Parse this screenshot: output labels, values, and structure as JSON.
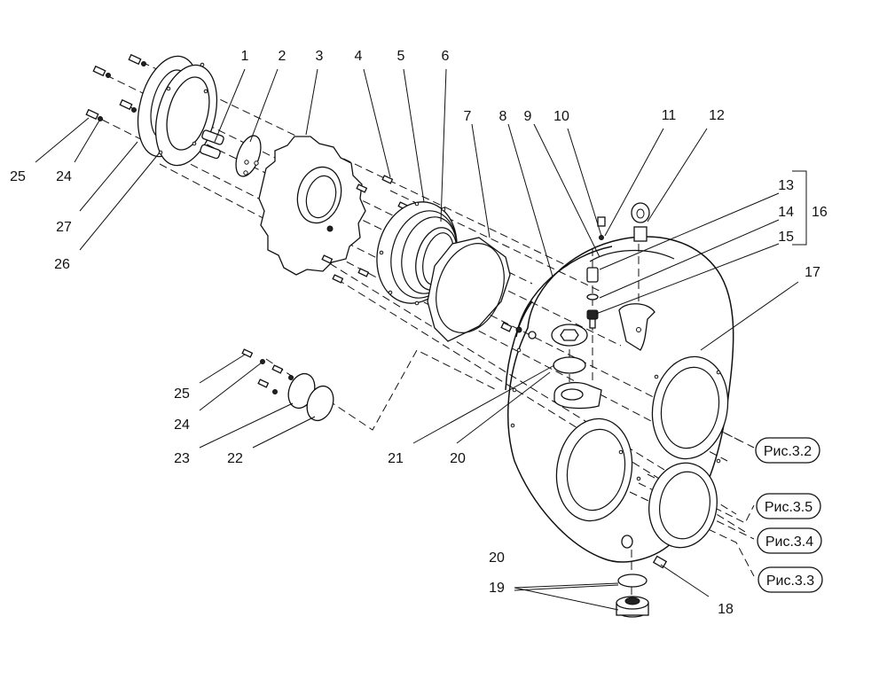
{
  "diagram": {
    "type": "exploded-assembly",
    "subject": "gearbox housing assembly",
    "callouts": [
      {
        "id": "c1",
        "label": "1"
      },
      {
        "id": "c2",
        "label": "2"
      },
      {
        "id": "c3",
        "label": "3"
      },
      {
        "id": "c4",
        "label": "4"
      },
      {
        "id": "c5",
        "label": "5"
      },
      {
        "id": "c6",
        "label": "6"
      },
      {
        "id": "c7",
        "label": "7"
      },
      {
        "id": "c8",
        "label": "8"
      },
      {
        "id": "c9",
        "label": "9"
      },
      {
        "id": "c10",
        "label": "10"
      },
      {
        "id": "c11",
        "label": "11"
      },
      {
        "id": "c12",
        "label": "12"
      },
      {
        "id": "c13",
        "label": "13"
      },
      {
        "id": "c14",
        "label": "14"
      },
      {
        "id": "c15",
        "label": "15"
      },
      {
        "id": "c16",
        "label": "16"
      },
      {
        "id": "c17",
        "label": "17"
      },
      {
        "id": "c18",
        "label": "18"
      },
      {
        "id": "c19",
        "label": "19"
      },
      {
        "id": "c20a",
        "label": "20"
      },
      {
        "id": "c20b",
        "label": "20"
      },
      {
        "id": "c21",
        "label": "21"
      },
      {
        "id": "c22",
        "label": "22"
      },
      {
        "id": "c23",
        "label": "23"
      },
      {
        "id": "c24a",
        "label": "24"
      },
      {
        "id": "c24b",
        "label": "24"
      },
      {
        "id": "c25a",
        "label": "25"
      },
      {
        "id": "c25b",
        "label": "25"
      },
      {
        "id": "c26",
        "label": "26"
      },
      {
        "id": "c27",
        "label": "27"
      }
    ],
    "group_bracket": {
      "members": [
        "13",
        "14",
        "15"
      ],
      "label": "16"
    },
    "figure_refs": [
      {
        "label": "Рис.3.2"
      },
      {
        "label": "Рис.3.5"
      },
      {
        "label": "Рис.3.4"
      },
      {
        "label": "Рис.3.3"
      }
    ]
  }
}
